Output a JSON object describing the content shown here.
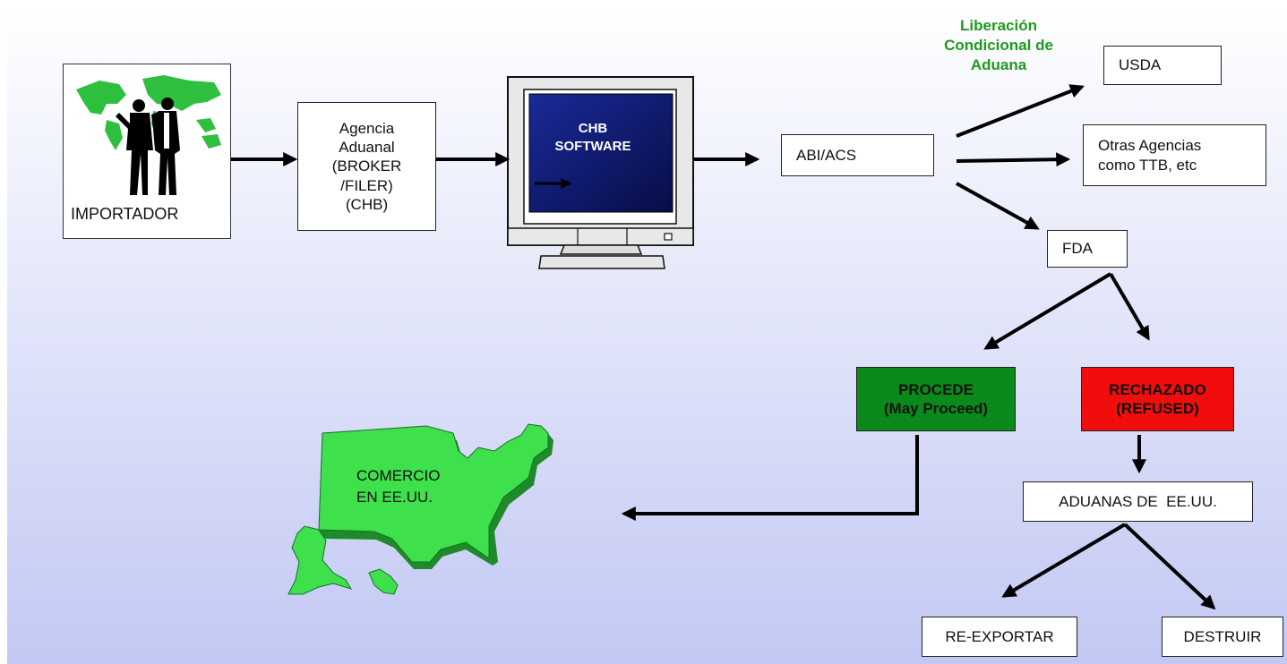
{
  "colors": {
    "proceed_green": "#0a8a1a",
    "refused_red": "#f20d0d",
    "release_text_green": "#1e9a1e",
    "map_green": "#33dd44",
    "screen_blue": "#0b1560"
  },
  "importer": {
    "label": "IMPORTADOR",
    "icon": "world-map-businessmen-icon"
  },
  "broker": {
    "lines": [
      "Agencia",
      "Aduanal",
      "(BROKER",
      "/FILER)",
      "(CHB)"
    ]
  },
  "software": {
    "lines": [
      "CHB",
      "SOFTWARE"
    ],
    "icon": "computer-monitor-icon"
  },
  "abi": {
    "label": "ABI/ACS"
  },
  "release": {
    "lines": [
      "Liberación",
      "Condicional de",
      "Aduana"
    ]
  },
  "usda": {
    "label": "USDA"
  },
  "other_agencies": {
    "lines": [
      "Otras Agencias",
      "como TTB, etc"
    ]
  },
  "fda": {
    "label": "FDA"
  },
  "proceed": {
    "lines": [
      "PROCEDE",
      "(May Proceed)"
    ]
  },
  "refused": {
    "lines": [
      "RECHAZADO",
      "(REFUSED)"
    ]
  },
  "customs": {
    "label": "ADUANAS DE  EE.UU."
  },
  "reexport": {
    "label": "RE-EXPORTAR"
  },
  "destroy": {
    "label": "DESTRUIR"
  },
  "commerce": {
    "lines": [
      "COMERCIO",
      "EN EE.UU."
    ],
    "icon": "usa-map-icon"
  }
}
